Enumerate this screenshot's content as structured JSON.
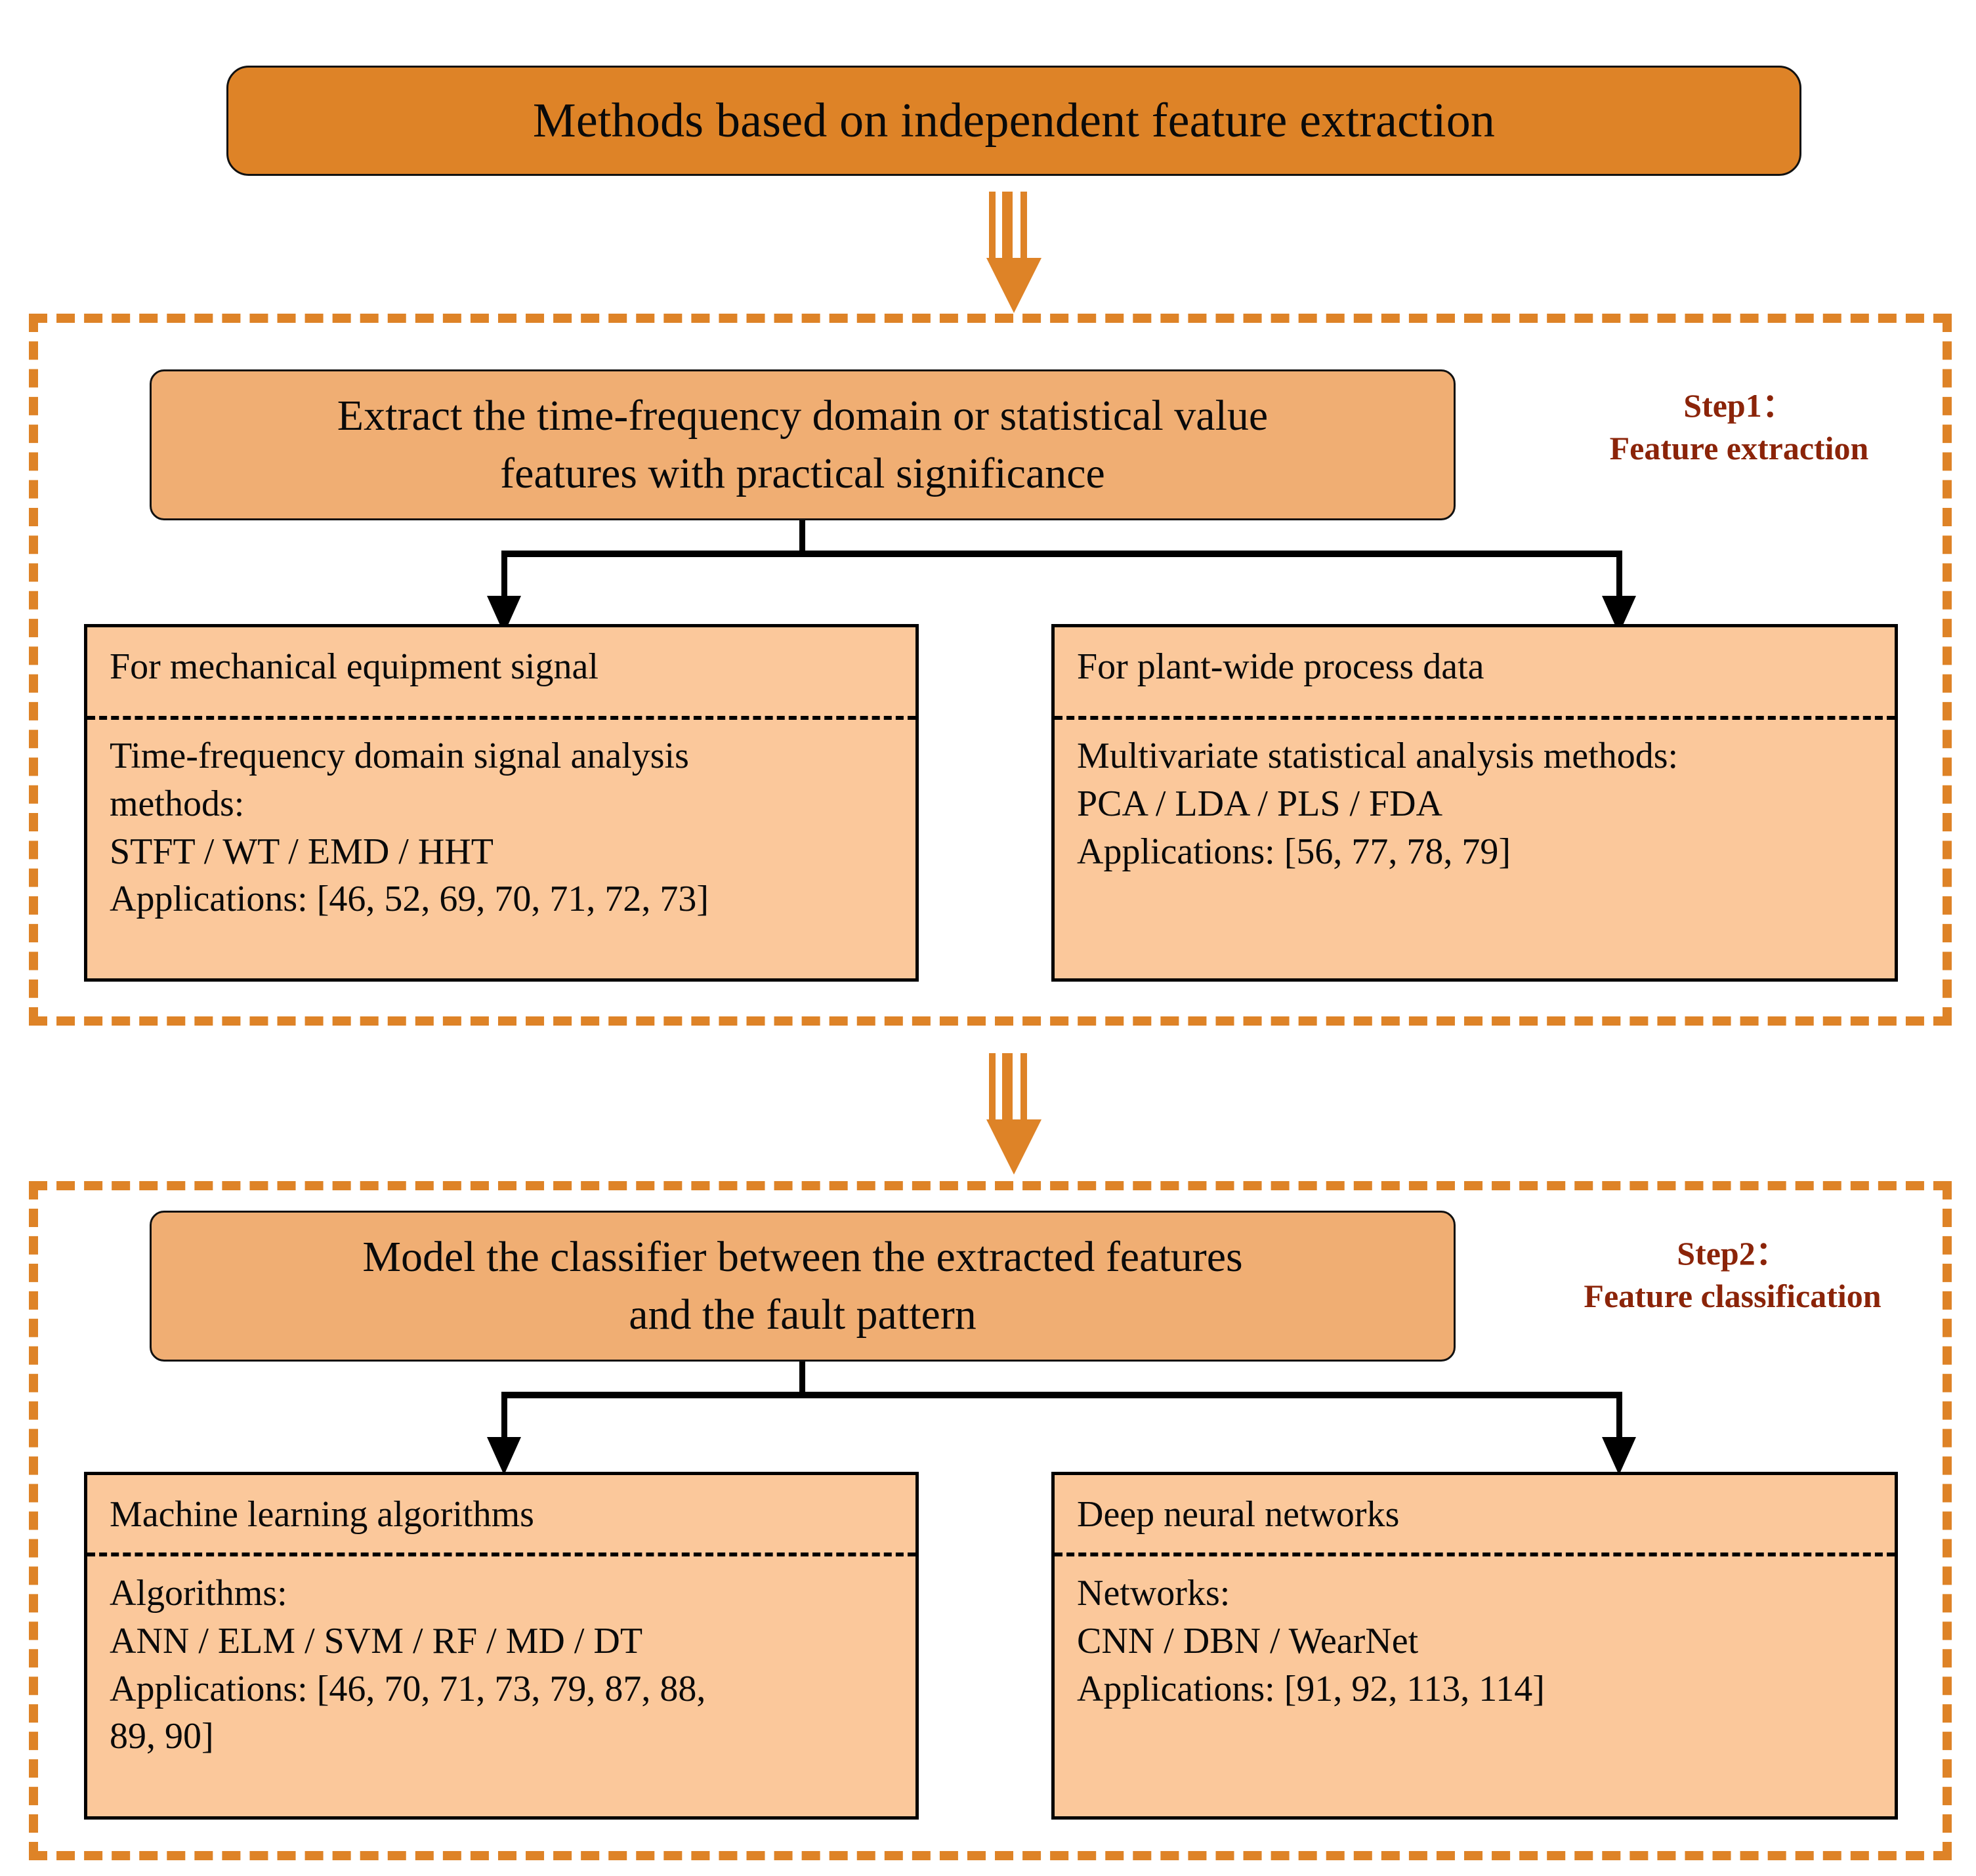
{
  "diagram": {
    "title": "Methods based on independent feature extraction",
    "colors": {
      "accent_dark_orange": "#DE8327",
      "box_fill_medium": "#F0AE73",
      "box_fill_light": "#FBC89B",
      "step_label": "#8B2409",
      "outline": "#000000",
      "background": "#FFFFFF"
    },
    "steps": [
      {
        "label_line1": "Step1：",
        "label_line2": "Feature extraction",
        "header_line1": "Extract the time-frequency domain or statistical value",
        "header_line2": "features with practical significance",
        "branches": [
          {
            "heading": "For mechanical equipment signal",
            "body": [
              "Time-frequency domain signal analysis",
              "methods:",
              "STFT / WT / EMD / HHT",
              "Applications: [46, 52, 69, 70, 71, 72, 73]"
            ]
          },
          {
            "heading": "For plant-wide process data",
            "body": [
              "Multivariate statistical analysis methods:",
              "PCA / LDA / PLS / FDA",
              "Applications: [56, 77, 78, 79]"
            ]
          }
        ]
      },
      {
        "label_line1": "Step2：",
        "label_line2": "Feature classification",
        "header_line1": "Model the classifier between the extracted features",
        "header_line2": "and the fault pattern",
        "branches": [
          {
            "heading": "Machine learning algorithms",
            "body": [
              "Algorithms:",
              "ANN / ELM / SVM / RF / MD / DT",
              "Applications: [46, 70, 71, 73, 79, 87, 88,",
              "89, 90]"
            ]
          },
          {
            "heading": "Deep neural networks",
            "body": [
              "Networks:",
              "CNN / DBN / WearNet",
              "Applications: [91, 92, 113, 114]"
            ]
          }
        ]
      }
    ]
  }
}
